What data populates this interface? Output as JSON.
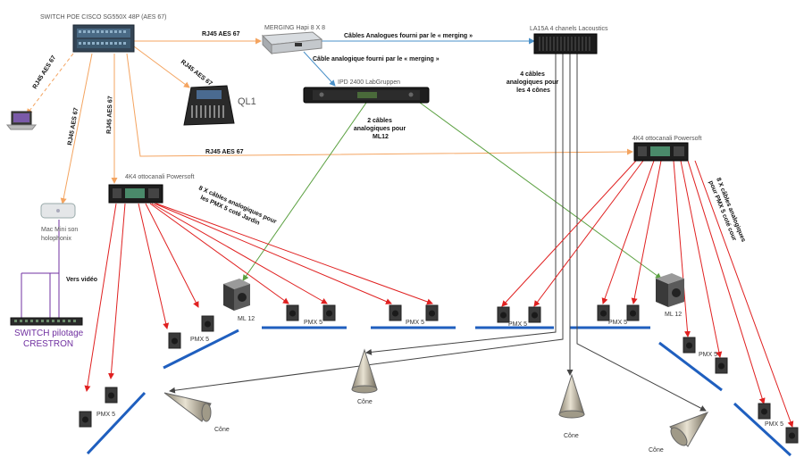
{
  "labels": {
    "switch_poe": "SWITCH POE CISCO SG550X 48P (AES 67)",
    "merging": "MERGING Hapi 8 X 8",
    "ipd": "IPD 2400 LabGruppen",
    "la15": "LA15A 4 chanels Lacoustics",
    "ql1": "QL1",
    "mac_line1": "Mac Mini son",
    "mac_line2": "holophonix",
    "crestron_line1": "SWITCH pilotage",
    "crestron_line2": "CRESTRON",
    "vers_video": "Vers vidéo",
    "k4_left": "4K4 ottocanali Powersoft",
    "k4_right": "4K4 ottocanali Powersoft",
    "ml12_left": "ML 12",
    "ml12_right": "ML 12",
    "pmx5": "PMX 5",
    "cone": "Cône"
  },
  "connections": {
    "rj45_1": "RJ45 AES 67",
    "rj45_2": "RJ45 AES 67",
    "rj45_3": "RJ45 AES 67",
    "rj45_4": "RJ45 AES 67",
    "rj45_5": "RJ45 AES 67",
    "rj45_6": "RJ45 AES 67",
    "analog_merging_1": "Câbles Analogues fourni par le « merging »",
    "analog_merging_2": "Câble analogique fourni par le « merging »",
    "la15_cables": [
      "4 câbles",
      "analogiques pour",
      "les 4 cônes"
    ],
    "ml12_cables": [
      "2 câbles",
      "analogiques pour",
      "ML12"
    ],
    "jardin_cables": [
      "8 X câbles analogiques pour",
      "les PMX 5 coté Jardin"
    ],
    "cour_cables": [
      "8 X câbles analogiques",
      "pour PMX 5 coté cour"
    ]
  },
  "colors": {
    "rj45": "#f4a460",
    "analog_blue": "#4a90c8",
    "analog_green": "#5aa040",
    "speaker_red": "#e02020",
    "stage_blue": "#1f5fbf",
    "crestron_purple": "#7030a0",
    "cone_line": "#444444"
  }
}
